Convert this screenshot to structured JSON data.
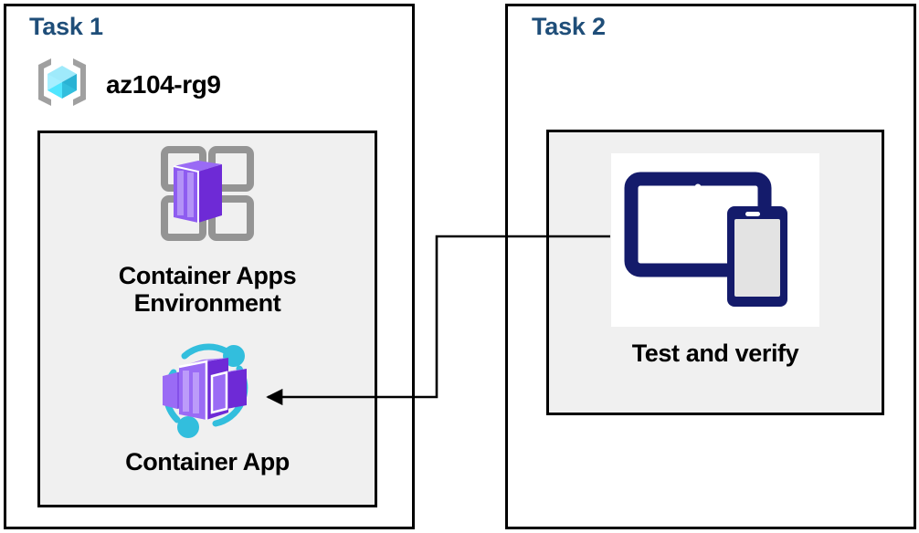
{
  "diagram": {
    "title_color": "#1F4E79",
    "background": "#ffffff",
    "box_fill": "#f0f0f0",
    "border_color": "#000000"
  },
  "task1": {
    "title": "Task 1",
    "resource_group": {
      "icon": "azure-resource-group-icon",
      "name": "az104-rg9"
    },
    "items": [
      {
        "icon": "container-apps-environment-icon",
        "label": "Container Apps\nEnvironment"
      },
      {
        "icon": "container-app-icon",
        "label": "Container App"
      }
    ]
  },
  "task2": {
    "title": "Task 2",
    "items": [
      {
        "icon": "test-devices-icon",
        "label": "Test and verify"
      }
    ]
  },
  "connector": {
    "from": "test-and-verify",
    "to": "container-app",
    "arrow_color": "#000000"
  }
}
